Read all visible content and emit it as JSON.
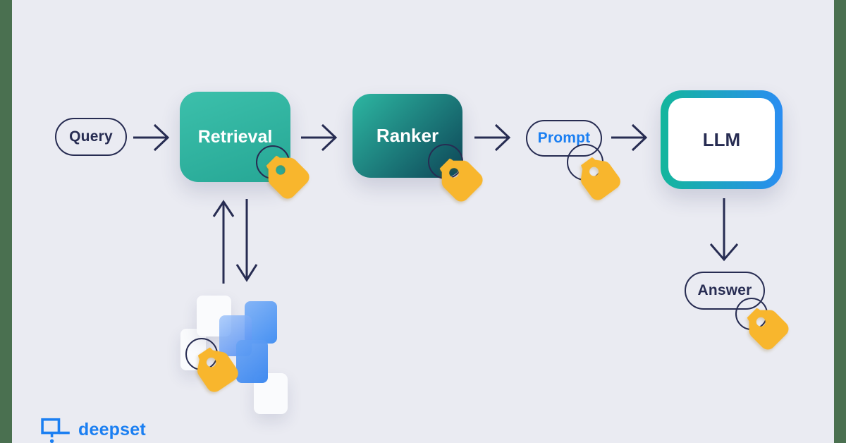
{
  "page": {
    "type": "rag-pipeline-diagram"
  },
  "colors": {
    "navy": "#272c52",
    "canvas": "#eaebf2",
    "strip_green": "#4a7050",
    "teal_light": "#3cc0ab",
    "teal": "#28a997",
    "ranker_teal": "#2db7a2",
    "ranker_dark": "#10505e",
    "llm_teal": "#13b69c",
    "llm_blue": "#2a8df2",
    "tag_yellow": "#f8b62d",
    "link_blue": "#1b7ff2",
    "doc_blue": "#3e8cf2",
    "doc_blue_light": "#9ec4fa",
    "white": "#ffffff"
  },
  "pipeline": {
    "nodes": [
      {
        "id": "query",
        "label": "Query",
        "shape": "pill"
      },
      {
        "id": "retrieval",
        "label": "Retrieval",
        "shape": "box-teal",
        "tagged": true
      },
      {
        "id": "ranker",
        "label": "Ranker",
        "shape": "box-teal-dark",
        "tagged": true
      },
      {
        "id": "prompt",
        "label": "Prompt",
        "shape": "pill-blue-text",
        "tagged": true
      },
      {
        "id": "llm",
        "label": "LLM",
        "shape": "box-gradient-border"
      },
      {
        "id": "answer",
        "label": "Answer",
        "shape": "pill",
        "tagged": true
      },
      {
        "id": "documents",
        "label": "",
        "shape": "card-cluster",
        "tagged": true
      }
    ],
    "edges": [
      "query -> retrieval",
      "retrieval -> ranker",
      "ranker -> prompt",
      "prompt -> llm",
      "llm -> answer",
      "retrieval <-> documents"
    ]
  },
  "icons": {
    "tag": "price-tag with hole, yellow",
    "annotation_circle": "navy circle outline",
    "arrow": "navy chevron arrow",
    "documents": "stack of blue and white cards",
    "logo_mark": "blue square with crop-mark lines and dot"
  },
  "branding": {
    "logo_text": "deepset"
  }
}
